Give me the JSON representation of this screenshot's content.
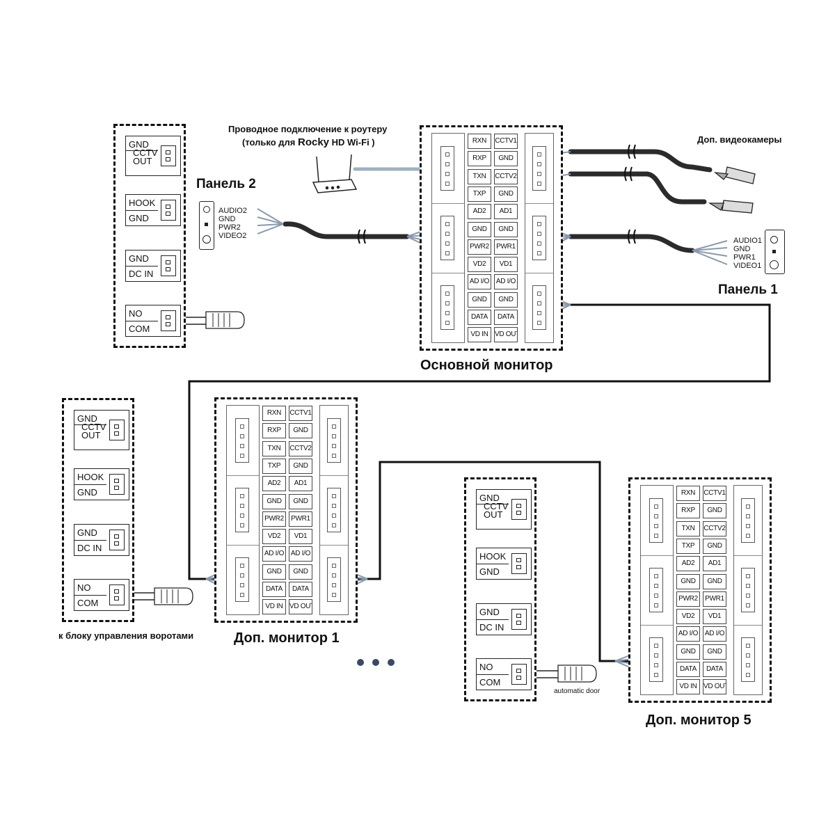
{
  "router_note": {
    "line1": "Проводное подключение к роутеру",
    "line2_a": "(только для ",
    "line2_b": "Rocky",
    "line2_c": " HD Wi-Fi )"
  },
  "labels": {
    "panel2": "Панель 2",
    "panel1": "Панель 1",
    "cameras": "Доп. видеокамеры",
    "main_monitor": "Основной монитор",
    "extra_monitor1": "Доп. монитор 1",
    "extra_monitor5": "Доп. монитор 5",
    "gate_note": "к блоку управления воротами",
    "automatic_door": "automatic door"
  },
  "panel2_pins": [
    "AUDIO2",
    "GND",
    "PWR2",
    "VIDEO2"
  ],
  "panel1_pins": [
    "AUDIO1",
    "GND",
    "PWR1",
    "VIDEO1"
  ],
  "terminal_block": {
    "cctv": [
      "GND",
      "CCTV",
      "OUT"
    ],
    "hook": [
      "HOOK",
      "GND"
    ],
    "dc": [
      "GND",
      "DC IN"
    ],
    "relay": [
      "NO",
      "COM"
    ]
  },
  "monitor_pins": {
    "left": [
      "RXN",
      "RXP",
      "TXN",
      "TXP",
      "AD2",
      "GND",
      "PWR2",
      "VD2",
      "AD I/O",
      "GND",
      "DATA",
      "VD IN"
    ],
    "right": [
      "CCTV1",
      "GND",
      "CCTV2",
      "GND",
      "AD1",
      "GND",
      "PWR1",
      "VD1",
      "AD I/O",
      "GND",
      "DATA",
      "VD OUT"
    ]
  },
  "colors": {
    "line": "#111111",
    "cable": "#2b2b2b",
    "accent_dots": "#3a4a66",
    "wire_tip": "#8899aa"
  }
}
